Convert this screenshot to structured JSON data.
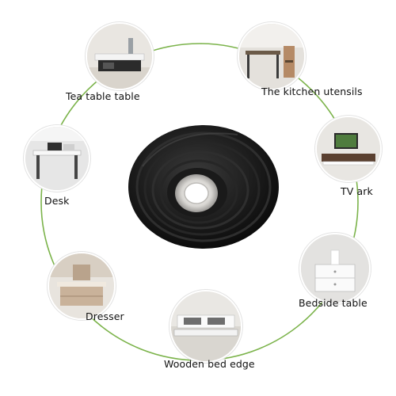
{
  "uses": {
    "tea_table": "Tea table table",
    "kitchen": "The kitchen utensils",
    "tv_ark": "TV ark",
    "desk": "Desk",
    "bedside": "Bedside table",
    "dresser": "Dresser",
    "bed_edge": "Wooden bed edge"
  },
  "colors": {
    "ring_line": "#7bb34a",
    "tape": "#141414",
    "tape_core": "#c8c8c8"
  },
  "icons": {
    "tape": "foam-edge-guard-roll"
  }
}
